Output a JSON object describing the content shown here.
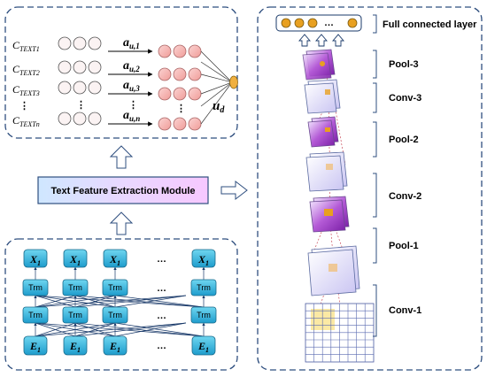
{
  "attention_panel": {
    "rows": [
      {
        "c": "C",
        "sub": "TEXT1",
        "a": "a",
        "asub": "u,1"
      },
      {
        "c": "C",
        "sub": "TEXT2",
        "a": "a",
        "asub": "u,2"
      },
      {
        "c": "C",
        "sub": "TEXT3",
        "a": "a",
        "asub": "u,3"
      },
      {
        "c": "C",
        "sub": "TEXTn",
        "a": "a",
        "asub": "u,n"
      }
    ],
    "ellipsis": "⋮",
    "output_symbol": "u",
    "output_sub": "d"
  },
  "module_label": "Text Feature Extraction Module",
  "bert": {
    "x_symbol": "X",
    "x_sub": "1",
    "e_symbol": "E",
    "e_sub": "1",
    "trm": "Trm",
    "dots": "…"
  },
  "cnn": {
    "fc_dots": "…",
    "layers": [
      "Full connected layer",
      "Pool-3",
      "Conv-3",
      "Pool-2",
      "Conv-2",
      "Pool-1",
      "Conv-1"
    ]
  },
  "colors": {
    "border": "#2f4f7f",
    "node_fill": "#2fb3d6",
    "pink": "#f4b0ae",
    "orange": "#e8a020",
    "purple": "#9b2fc4"
  }
}
